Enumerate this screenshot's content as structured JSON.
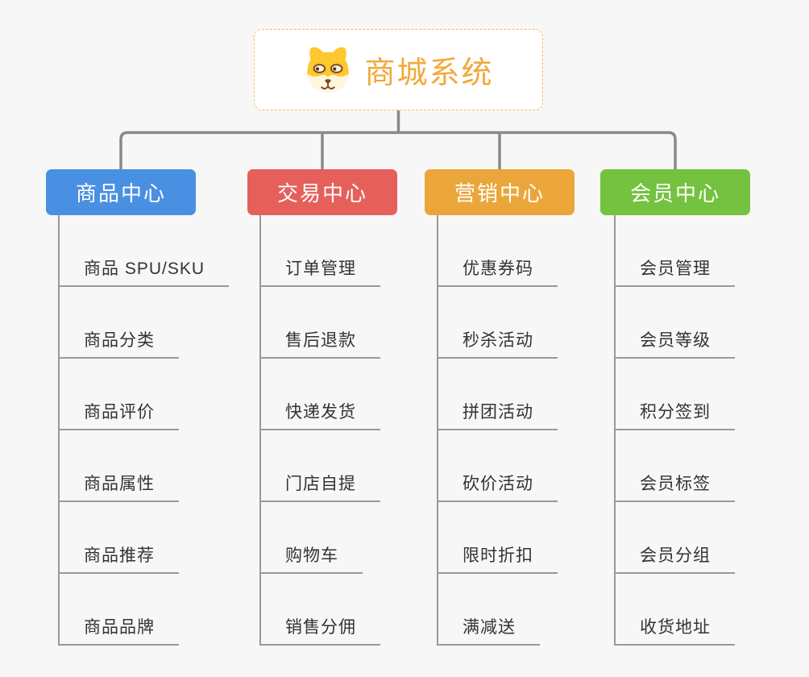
{
  "root": {
    "title": "商城系统",
    "icon": "dog-face-icon",
    "title_color": "#F2A93B",
    "border_color": "#F3BC67"
  },
  "branches": [
    {
      "label": "商品中心",
      "color": "#4A90E2",
      "items": [
        "商品 SPU/SKU",
        "商品分类",
        "商品评价",
        "商品属性",
        "商品推荐",
        "商品品牌"
      ]
    },
    {
      "label": "交易中心",
      "color": "#E5605B",
      "items": [
        "订单管理",
        "售后退款",
        "快递发货",
        "门店自提",
        "购物车",
        "销售分佣"
      ]
    },
    {
      "label": "营销中心",
      "color": "#EBA63B",
      "items": [
        "优惠券码",
        "秒杀活动",
        "拼团活动",
        "砍价活动",
        "限时折扣",
        "满减送"
      ]
    },
    {
      "label": "会员中心",
      "color": "#74C23F",
      "items": [
        "会员管理",
        "会员等级",
        "积分签到",
        "会员标签",
        "会员分组",
        "收货地址"
      ]
    }
  ],
  "colors": {
    "background": "#F7F7F7",
    "connector": "#8A8A8A",
    "underline": "#999999",
    "item_text": "#333333"
  }
}
